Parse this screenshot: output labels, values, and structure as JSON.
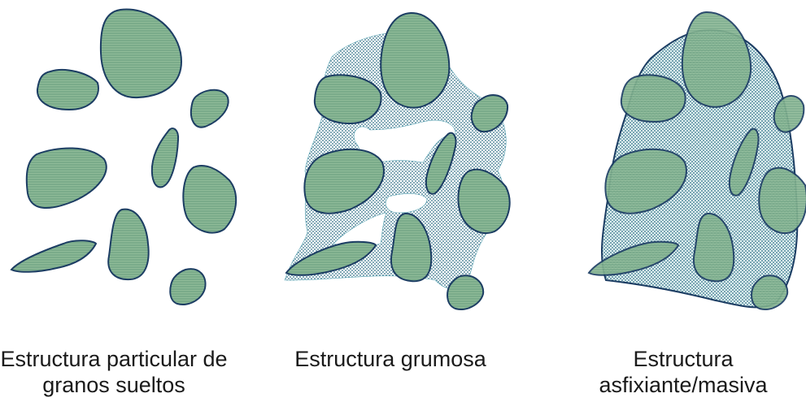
{
  "colors": {
    "grain_fill": "#7aab8a",
    "grain_stroke": "#1c3d63",
    "matrix_fill": "#9fd3d7",
    "matrix_dots": "#2f6f86",
    "background": "#ffffff"
  },
  "panels": [
    {
      "id": "particular",
      "caption_lines": [
        "Estructura particular de",
        "granos sueltos"
      ],
      "matrix": "none"
    },
    {
      "id": "grumosa",
      "caption_lines": [
        "Estructura grumosa"
      ],
      "matrix": "bridges"
    },
    {
      "id": "masiva",
      "caption_lines": [
        "Estructura",
        "asfixiante/masiva"
      ],
      "matrix": "full"
    }
  ]
}
